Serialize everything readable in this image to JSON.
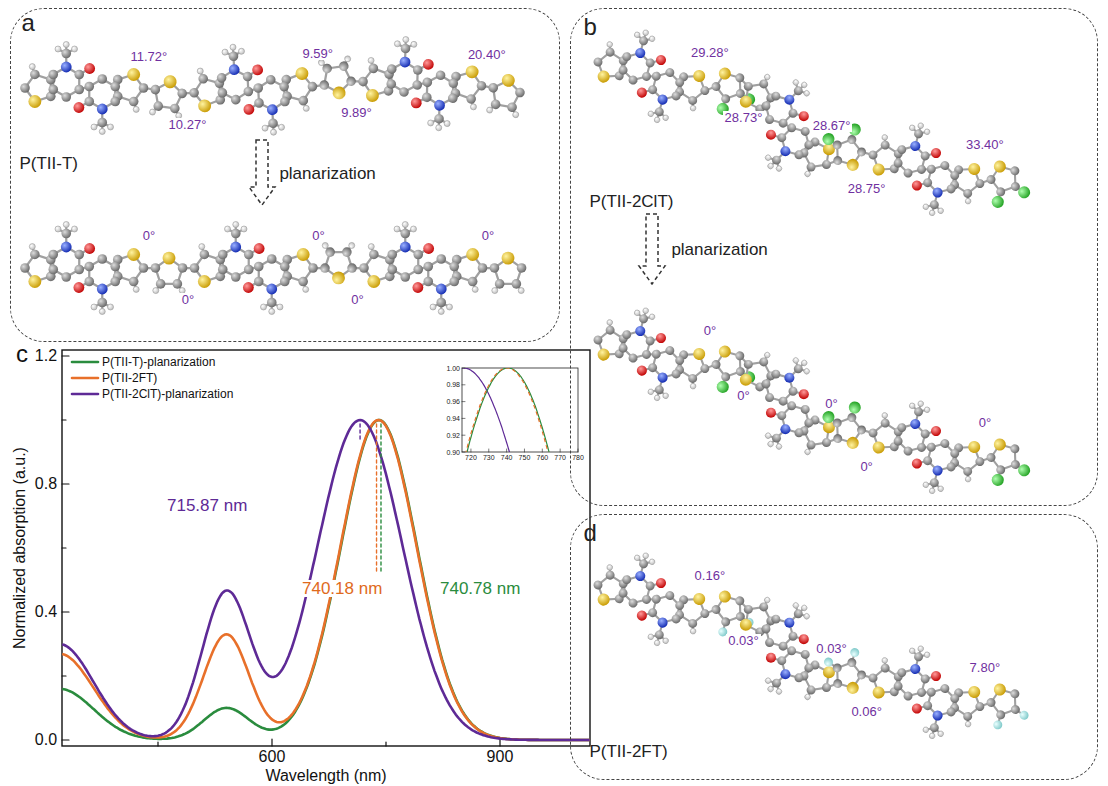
{
  "diagram": {
    "nodes": [
      {
        "text": [
          "a",
          "11.72°",
          "10.27°",
          "9.59°",
          "9.89°",
          "20.40°",
          "P(TII-T)",
          "planarization",
          "0°",
          "0°",
          "0°",
          "0°",
          "0°"
        ]
      },
      {
        "text": [
          "b",
          "29.28°",
          "28.73°",
          "28.67°",
          "28.75°",
          "33.40°",
          "P(TII-2ClT)",
          "planarization",
          "0°",
          "0°",
          "0°",
          "0°",
          "0°"
        ]
      },
      {
        "text": [
          "d",
          "0.16°",
          "0.03°",
          "0.03°",
          "0.06°",
          "7.80°",
          "P(TII-2FT)"
        ]
      }
    ],
    "labels": [
      "c",
      "1.2",
      "0.8",
      "0.4",
      "0.0",
      "600",
      "900",
      "Normalized absorption (a.u.)",
      "Wavelength (nm)",
      "715.87 nm",
      "740.18 nm",
      "740.78 nm",
      "1.00",
      "0.98",
      "0.96",
      "0.94",
      "0.92",
      "0.90",
      "720",
      "730",
      "740",
      "750",
      "760",
      "770",
      "780"
    ],
    "legend": [
      {
        "text": "P(TII-T)-planarization"
      },
      {
        "text": "P(TII-2FT)"
      },
      {
        "text": "P(TII-2ClT)-planarization"
      }
    ]
  }
}
